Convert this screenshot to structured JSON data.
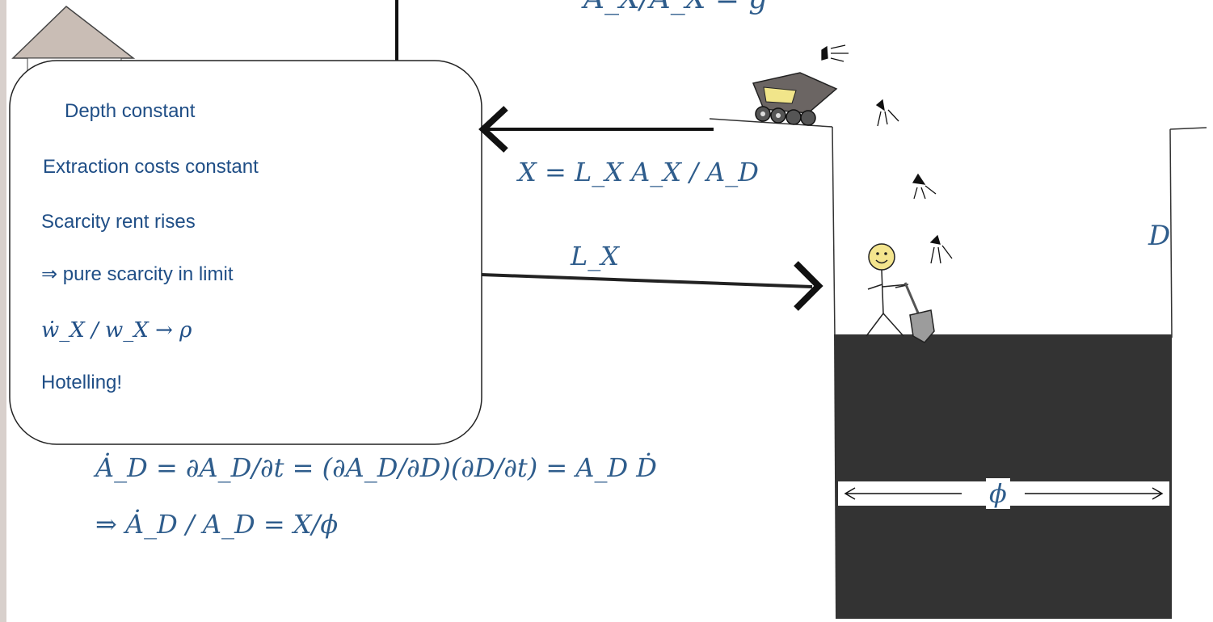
{
  "top_equation": "A_X/A_X = g",
  "box": {
    "items": [
      "Depth constant",
      "Extraction costs constant",
      "Scarcity rent rises",
      "⇒ pure scarcity in limit",
      "ẇ_X / w_X → ρ",
      "Hotelling!"
    ]
  },
  "labels": {
    "x_flow": "X = L_X A_X / A_D",
    "labor_flow": "L_X",
    "depth": "D",
    "width": "ϕ"
  },
  "equations": {
    "line1": "Ȧ_D = ∂A_D/∂t = (∂A_D/∂D)(∂D/∂t) = A_D Ḋ",
    "line2": "⇒ Ȧ_D / A_D = X/ϕ"
  }
}
